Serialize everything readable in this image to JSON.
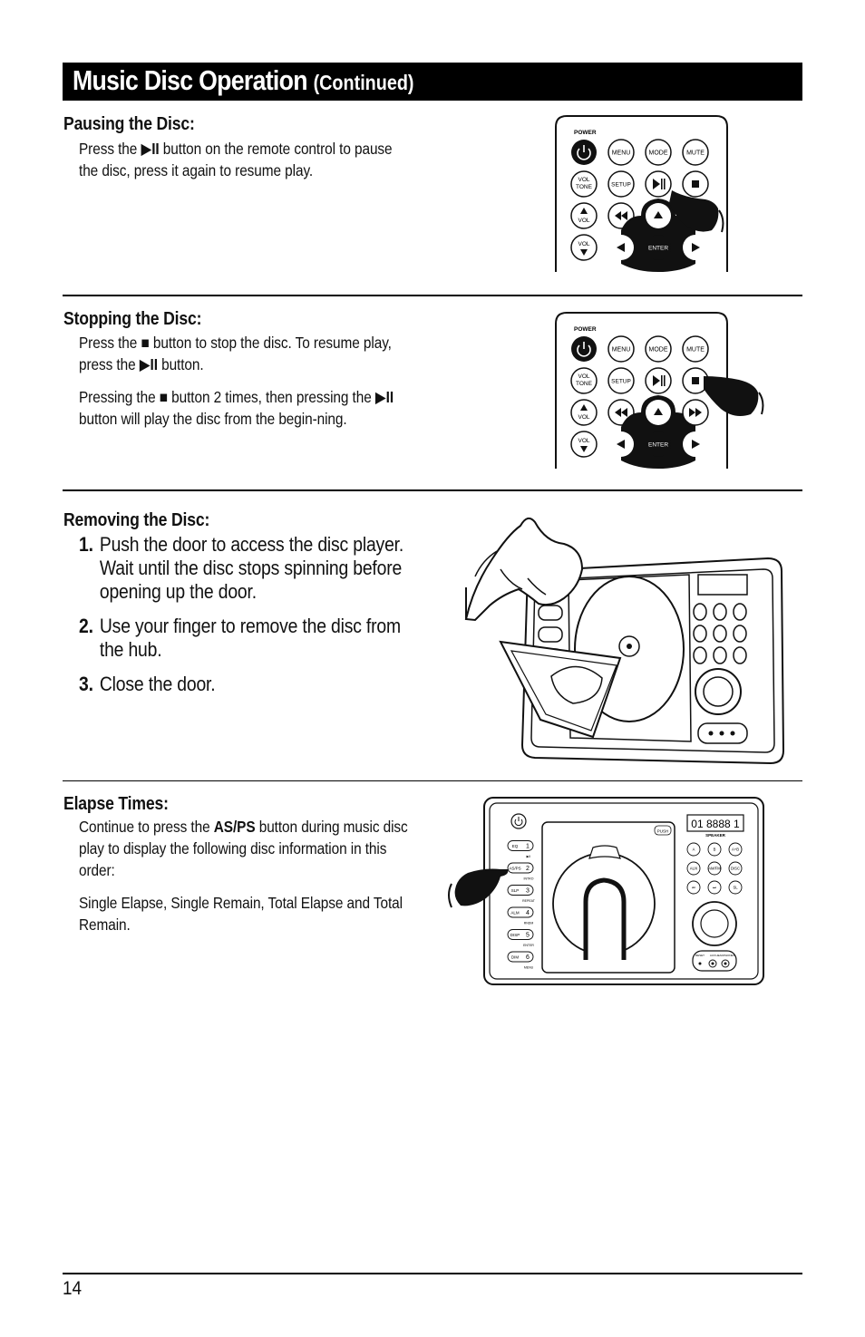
{
  "title": {
    "main": "Music Disc Operation",
    "sub": "(Continued)"
  },
  "sections": {
    "pausing": {
      "heading": "Pausing the Disc:",
      "text_pre": "Press the ",
      "text_sym": "▶II",
      "text_post": " button on the remote control to pause the disc, press it again to resume play."
    },
    "stopping": {
      "heading": "Stopping the Disc:",
      "p1_pre": "Press the ",
      "p1_sym1": "■",
      "p1_mid": " button to stop the disc. To resume play, press the ",
      "p1_sym2": "▶II",
      "p1_post": " button.",
      "p2_pre": "Pressing the ",
      "p2_sym1": "■",
      "p2_mid": " button 2 times, then pressing the ",
      "p2_sym2": "▶II",
      "p2_post": " button will play the disc from the begin-ning."
    },
    "removing": {
      "heading": "Removing the Disc:",
      "steps": [
        {
          "num": "1.",
          "text": "Push the door to access the disc player. Wait until the disc stops spinning before opening up the door."
        },
        {
          "num": "2.",
          "text": "Use your finger to remove the disc from the hub."
        },
        {
          "num": "3.",
          "text": "Close the door."
        }
      ]
    },
    "elapse": {
      "heading": "Elapse Times:",
      "p1_pre": "Continue to press the ",
      "p1_bold": "AS/PS",
      "p1_post": " button during music disc play to display the following disc information in this order:",
      "p2": "Single Elapse, Single Remain, Total Elapse and Total Remain."
    }
  },
  "remote": {
    "power": "POWER",
    "menu": "MENU",
    "mode": "MODE",
    "mute": "MUTE",
    "vol_tone": [
      "VOL",
      "TONE"
    ],
    "setup": "SETUP",
    "vol": "VOL",
    "enter": "ENTER"
  },
  "unit": {
    "push": "PUSH",
    "display": "01 8888 1",
    "speaker": "SPEAKER",
    "left_buttons": [
      {
        "label": "EQ",
        "num": "1",
        "sub": "▶II"
      },
      {
        "label": "AS/PS",
        "num": "2",
        "sub": "INTRO"
      },
      {
        "label": "SLP",
        "num": "3",
        "sub": "REPEAT"
      },
      {
        "label": "ALM",
        "num": "4",
        "sub": "RNDM"
      },
      {
        "label": "DISP",
        "num": "5",
        "sub": "ENTER"
      },
      {
        "label": "DIM",
        "num": "6",
        "sub": "MENU"
      }
    ],
    "right_buttons": [
      "A",
      "B",
      "A+B",
      "AUX",
      "AM/FM",
      "DISC",
      "⏮",
      "⏭",
      "SL"
    ],
    "bottom_labels": [
      "RESET",
      "AUX",
      "HEADPHONES"
    ]
  },
  "page_number": "14"
}
